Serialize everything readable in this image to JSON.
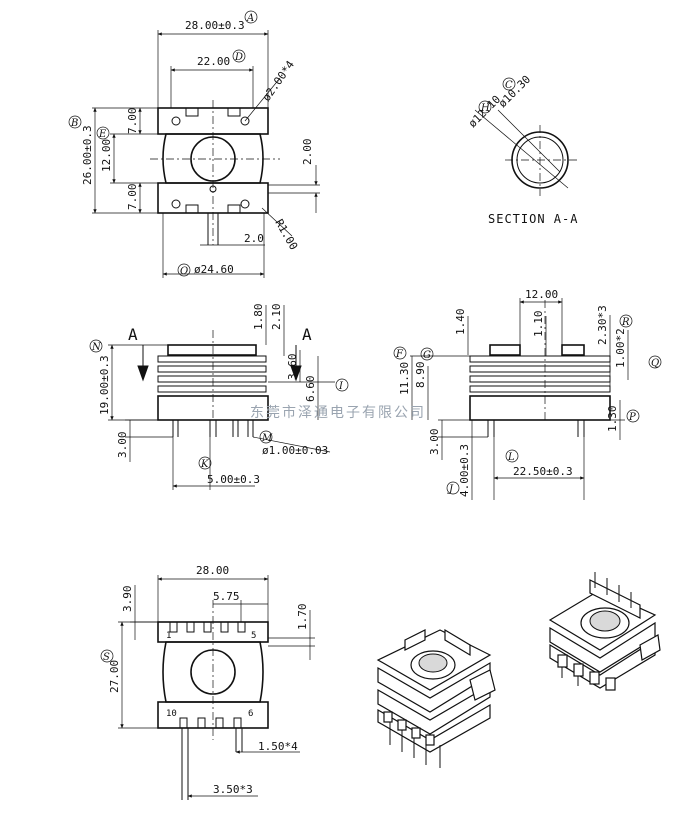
{
  "section": {
    "caption": "SECTION A-A",
    "dim_c": "ø10.30",
    "dim_h": "ø12.10",
    "label_c": "C",
    "label_h": "H"
  },
  "top_view": {
    "dim_a": "28.00±0.3",
    "dim_d": "22.00",
    "dim_pin": "ø2.00*4",
    "dim_b": "26.00±0.3",
    "dim_e": "12.00",
    "dim_7a": "7.00",
    "dim_7b": "7.00",
    "dim_200": "2.00",
    "dim_r": "R1.00",
    "dim_2": "2.0",
    "dim_o": "ø24.60",
    "label_a": "A",
    "label_d": "D",
    "label_b": "B",
    "label_e": "E",
    "label_o": "O"
  },
  "front_view": {
    "dim_180": "1.80",
    "dim_210": "2.10",
    "dim_n": "19.00±0.3",
    "dim_360": "3.60",
    "dim_660": "6.60",
    "dim_300": "3.00",
    "dim_m": "ø1.00±0.03",
    "dim_k": "5.00±0.3",
    "arrow_left": "A",
    "arrow_right": "A",
    "label_n": "N",
    "label_i": "I",
    "label_m": "M",
    "label_k": "K"
  },
  "side_view": {
    "dim_1200": "12.00",
    "dim_140": "1.40",
    "dim_110": "1.10",
    "dim_230": "2.30*3",
    "dim_100": "1.00*2",
    "dim_1130": "11.30",
    "dim_890": "8.90",
    "dim_130": "1.30",
    "dim_300": "3.00",
    "dim_400": "4.00±0.3",
    "dim_l": "22.50±0.3",
    "label_f": "F",
    "label_g": "G",
    "label_r": "R",
    "label_q": "Q",
    "label_p": "P",
    "label_j": "J",
    "label_l": "L"
  },
  "bottom_view": {
    "dim_2800": "28.00",
    "dim_390": "3.90",
    "dim_575": "5.75",
    "dim_170": "1.70",
    "dim_s": "27.00",
    "dim_150": "1.50*4",
    "dim_350": "3.50*3",
    "pin_1": "1",
    "pin_5": "5",
    "pin_10": "10",
    "pin_6": "6",
    "label_s": "S"
  },
  "watermark": "东莞市泽通电子有限公司"
}
